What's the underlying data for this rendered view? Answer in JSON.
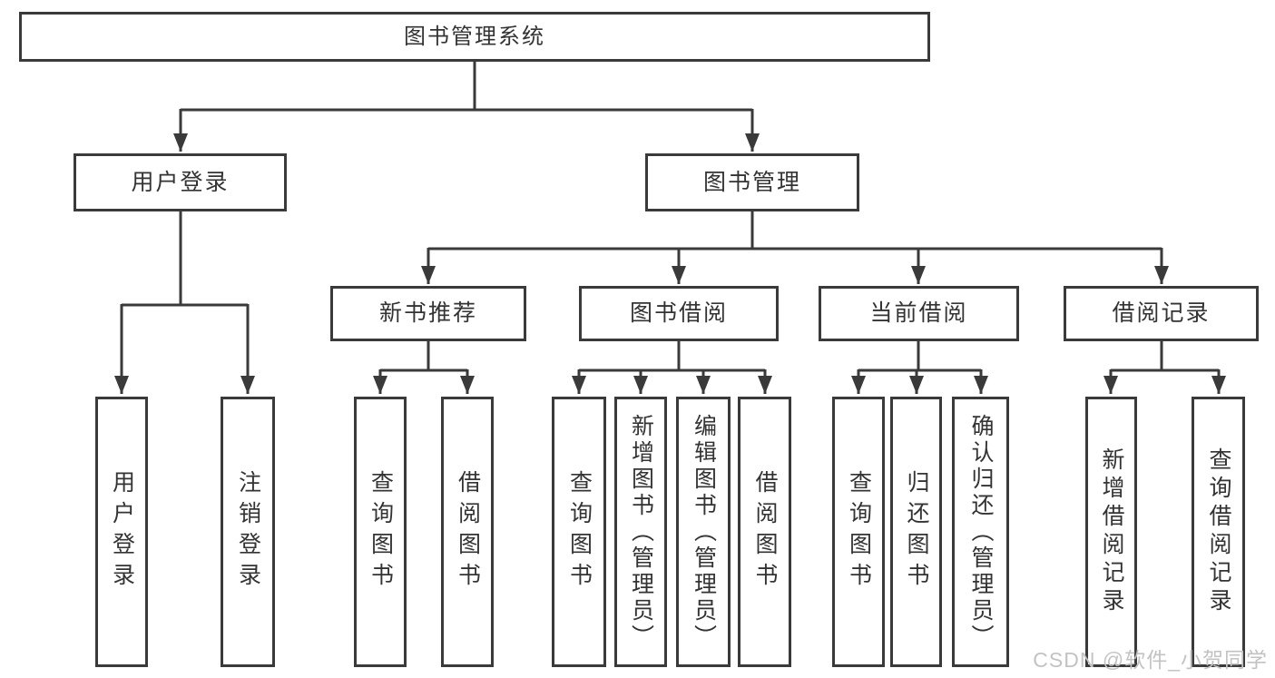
{
  "diagram": {
    "title": "图书管理系统",
    "branches": [
      {
        "label": "用户登录",
        "children": [
          "用户登录",
          "注销登录"
        ]
      },
      {
        "label": "图书管理",
        "sections": [
          {
            "label": "新书推荐",
            "children": [
              "查询图书",
              "借阅图书"
            ]
          },
          {
            "label": "图书借阅",
            "children": [
              "查询图书",
              "新增图书（管理员）",
              "编辑图书（管理员）",
              "借阅图书"
            ]
          },
          {
            "label": "当前借阅",
            "children": [
              "查询图书",
              "归还图书",
              "确认归还（管理员）"
            ]
          },
          {
            "label": "借阅记录",
            "children": [
              "新增借阅记录",
              "查询借阅记录"
            ]
          }
        ]
      }
    ]
  },
  "watermark": "CSDN @软件_小贺同学",
  "colors": {
    "line": "#3a3a3a",
    "text": "#333333",
    "watermark": "#c3c3c3",
    "background": "#ffffff"
  }
}
